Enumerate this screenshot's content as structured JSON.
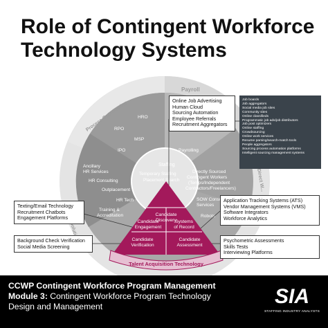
{
  "title": "Role of Contingent Workforce Technology Systems",
  "outer_ring": {
    "payroll": "Payroll",
    "process_outsourcing": "Process Outsourcing",
    "talent_solutions": "Talent Solutions",
    "direct_workforce": "Direct W..."
  },
  "segments": {
    "hrо": "HRO",
    "rpo": "RPO",
    "msp": "MSP",
    "ipo": "IPO",
    "payrolling": "Payrolling",
    "ancillary_hr_services": "Ancillary HR Services",
    "hr_consulting": "HR Consulting",
    "outplacement": "Outplacement",
    "hr_tech": "HR Tech",
    "training": "Training & Accreditation",
    "staffing": "Staffing",
    "temp_staffing": "Temporary Staffing Placement Search",
    "directly_sourced": "Directly Sourced Contingent Workers (Temps/Independent Contractors/Freelancers)",
    "sow": "SOW Consulting Services",
    "robots": "Robots"
  },
  "pyramid": {
    "top": "Candidate Discovery",
    "mid_left": "Candidate Engagement",
    "mid_right": "Systems of Record",
    "bottom_left": "Candidate Verification",
    "bottom_right": "Candidate Assessment",
    "banner": "Talent Acquisition Technology"
  },
  "callouts": {
    "top": [
      "Online Job Advertising",
      "Human Cloud",
      "Sourcing Automation",
      "Employee Referrals",
      "Recruitment Aggregators"
    ],
    "left_upper": [
      "Texting/Email Technology",
      "Recruitment Chatbots",
      "Engagement Platforms"
    ],
    "left_lower": [
      "Background Check Verification",
      "Social Media Screening"
    ],
    "right_upper": [
      "Application Tracking Systems (ATS)",
      "Vendor Management Systems (VMS)",
      "Software Integrators",
      "Workforce Analytics"
    ],
    "right_lower": [
      "Psychometric Assessments",
      "Skills Tests",
      "Interviewing Platforms"
    ]
  },
  "dark_box": [
    "Job boards",
    "Job aggregators",
    "Social media job sites",
    "Community sites",
    "Online classifieds",
    "Programmatic job ads/job distributors",
    "Job post optimizers",
    "Online staffing",
    "Crowdsourcing",
    "Online work services",
    "Resume parsing/search-match tools",
    "People aggregators",
    "Sourcing process automation platforms",
    "Intelligent sourcing management systems"
  ],
  "footer": {
    "line1": "CCWP Contingent Workforce Program Management",
    "line2_bold": "Module 3:",
    "line2_rest": " Contingent Workforce Program Technology",
    "line3": "Design and Management"
  },
  "logo": {
    "mark": "SIA",
    "tagline": "STAFFING INDUSTRY ANALYSTS"
  },
  "colors": {
    "pyramid": "#a3195b",
    "banner": "#e6bfd2",
    "dark_box": "#3a434b",
    "wheel_dark": "#9a9a9a",
    "wheel_light": "#dcdcdc"
  }
}
